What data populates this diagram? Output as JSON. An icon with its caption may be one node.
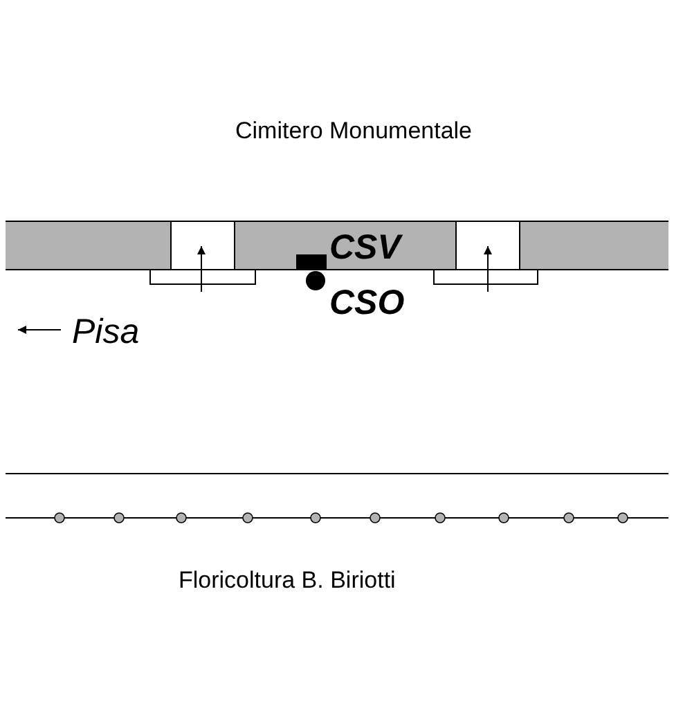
{
  "diagram": {
    "labels": [
      "Cimitero Monumentale",
      "CSV",
      "CSO",
      "Pisa",
      "Floricoltura B. Biriotti"
    ]
  }
}
